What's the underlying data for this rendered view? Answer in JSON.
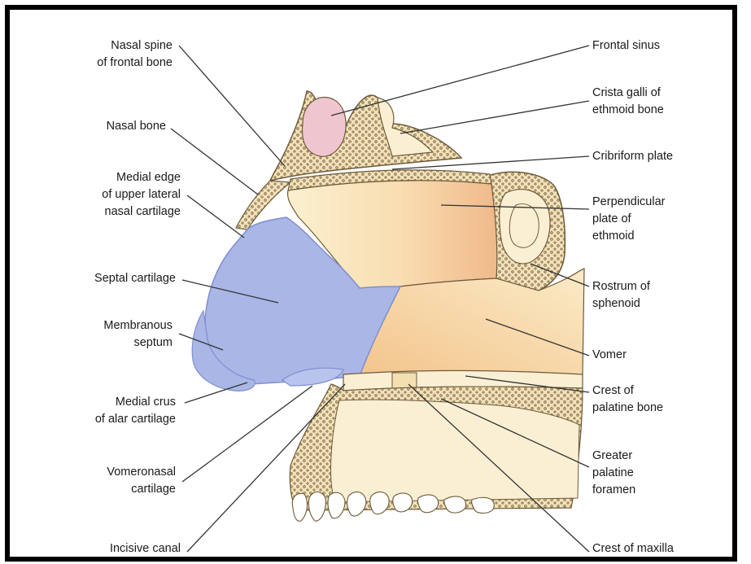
{
  "figure": {
    "labels_left": [
      {
        "id": "nasal-spine-label",
        "text": "Nasal spine\nof frontal bone"
      },
      {
        "id": "nasal-bone-label",
        "text": "Nasal bone"
      },
      {
        "id": "medial-edge-label",
        "text": "Medial edge\nof upper lateral\nnasal cartilage"
      },
      {
        "id": "septal-cartilage-label",
        "text": "Septal cartilage"
      },
      {
        "id": "membranous-septum-label",
        "text": "Membranous\nseptum"
      },
      {
        "id": "medial-crus-label",
        "text": "Medial crus\nof alar cartilage"
      },
      {
        "id": "vomeronasal-label",
        "text": "Vomeronasal\ncartilage"
      },
      {
        "id": "incisive-canal-label",
        "text": "Incisive canal"
      }
    ],
    "labels_right": [
      {
        "id": "frontal-sinus-label",
        "text": "Frontal sinus"
      },
      {
        "id": "crista-galli-label",
        "text": "Crista galli of\nethmoid bone"
      },
      {
        "id": "cribriform-label",
        "text": "Cribriform plate"
      },
      {
        "id": "perpendicular-label",
        "text": "Perpendicular\nplate of\nethmoid"
      },
      {
        "id": "rostrum-label",
        "text": "Rostrum of\nsphenoid"
      },
      {
        "id": "vomer-label",
        "text": "Vomer"
      },
      {
        "id": "crest-palatine-label",
        "text": "Crest of\npalatine bone"
      },
      {
        "id": "greater-palatine-label",
        "text": "Greater\npalatine\nforamen"
      },
      {
        "id": "crest-maxilla-label",
        "text": "Crest of maxilla"
      }
    ],
    "colors": {
      "bone": "#f6e3b6",
      "bone_dark": "#f2c78f",
      "cartilage": "#a9b6e6",
      "cartilage_edge": "#7f8fd0",
      "sinus": "#efc6cf",
      "outline": "#6e5a3a",
      "leader": "#333333"
    }
  }
}
